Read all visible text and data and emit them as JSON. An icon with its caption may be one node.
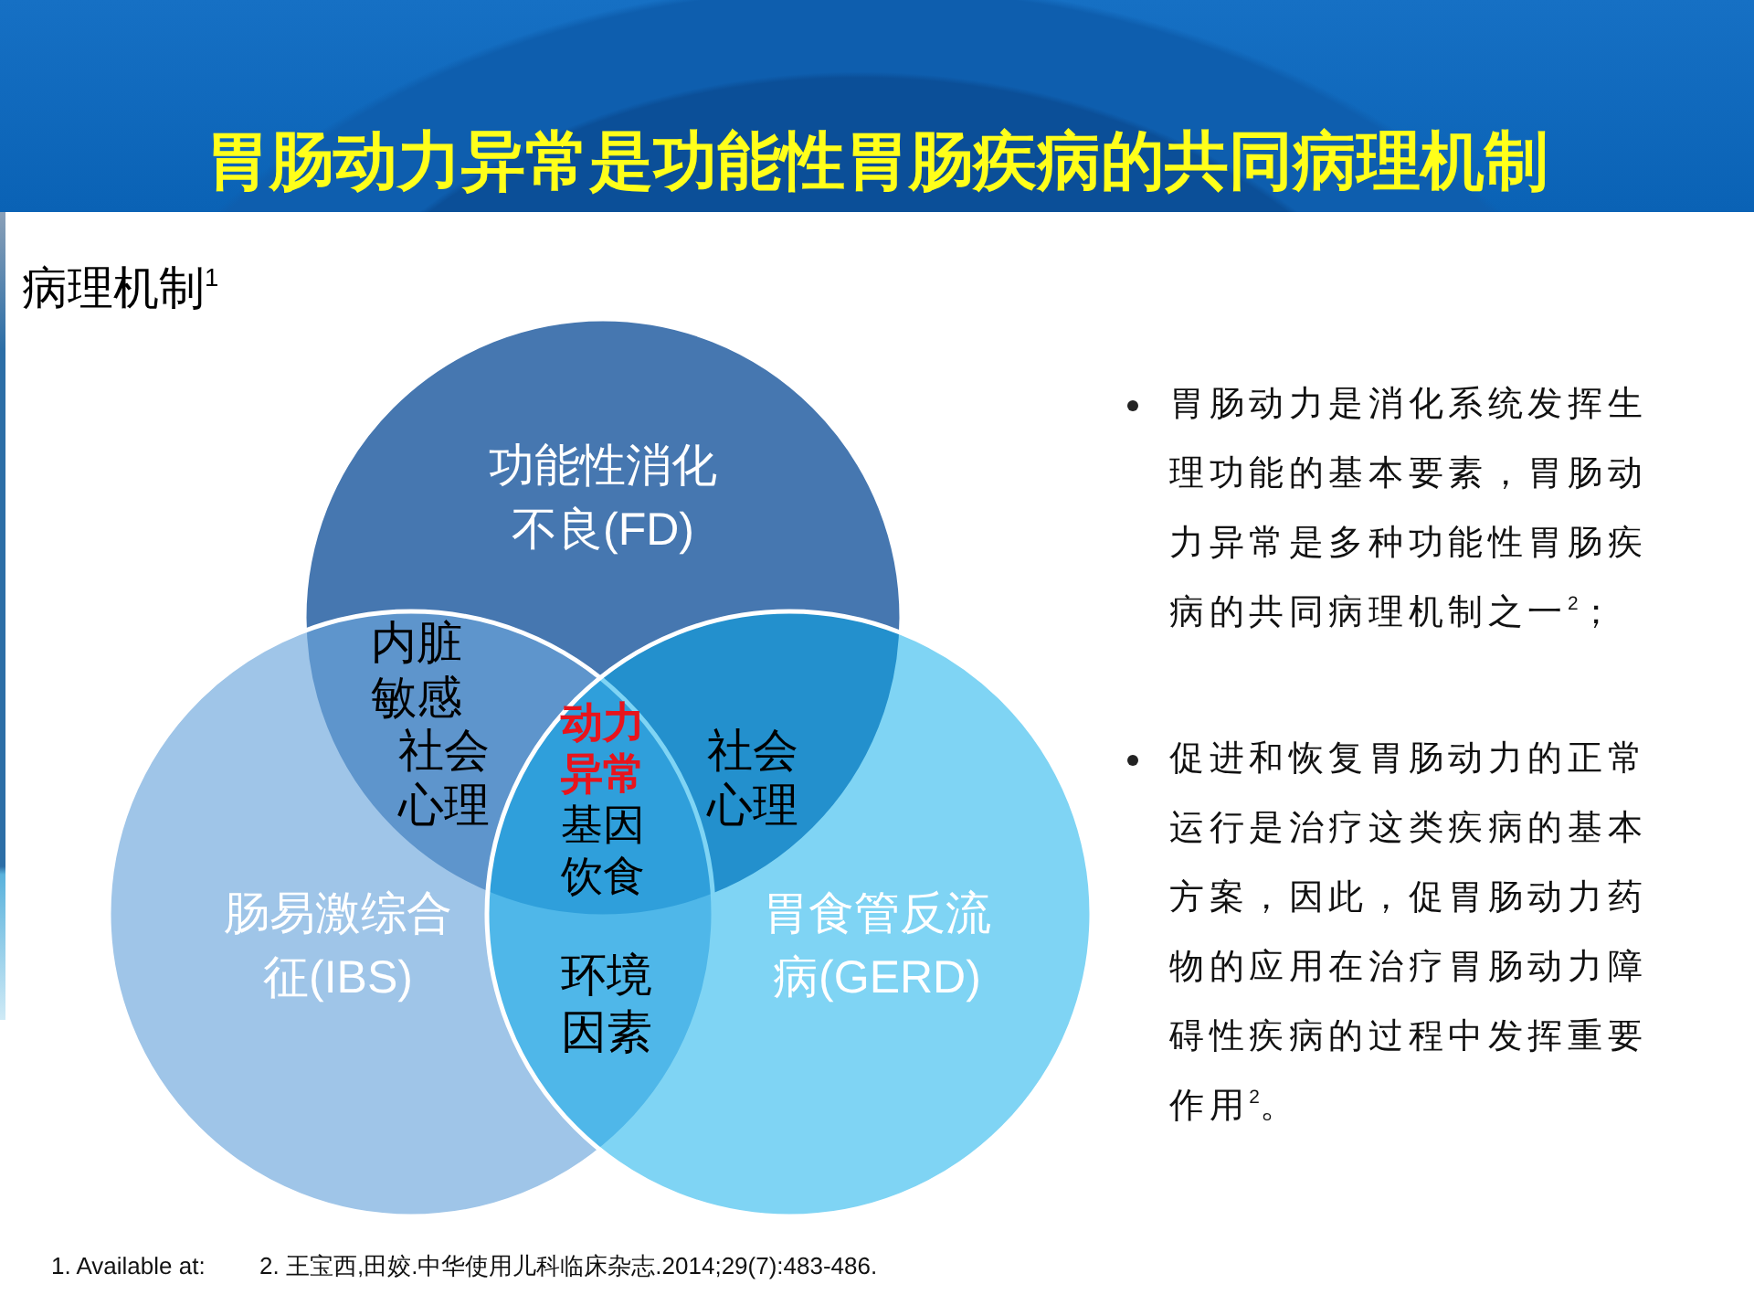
{
  "diagram": {
    "title": "胃肠动力异常是功能性胃肠疾病的共同病理机制",
    "nodes": [
      {
        "text": [
          "功能性消化不良(FD)"
        ]
      },
      {
        "text": [
          "肠易激综合征(IBS)"
        ]
      },
      {
        "text": [
          "胃食管反流病(GERD)"
        ]
      }
    ],
    "labels": [
      "病理机制$^{1}$",
      "内脏敏感",
      "社会心理",
      "动力异常",
      "基因饮食",
      "社会心理",
      "环境因素",
      "胃肠动力是消化系统发挥生理功能的基本要素，胃肠动力异常是多种功能性胃肠疾病的共同病理机制之一$^{2}$；",
      "促进和恢复胃肠动力的正常运行是治疗这类疾病的基本方案，因此，促胃肠动力药物的应用在治疗胃肠动力障碍性疾病的过程中发挥重要作用$^{2}$。",
      "1. Available at:",
      "2. 王宝西,田姣.中华使用儿科临床杂志.2014;29(7):483-486."
    ]
  }
}
